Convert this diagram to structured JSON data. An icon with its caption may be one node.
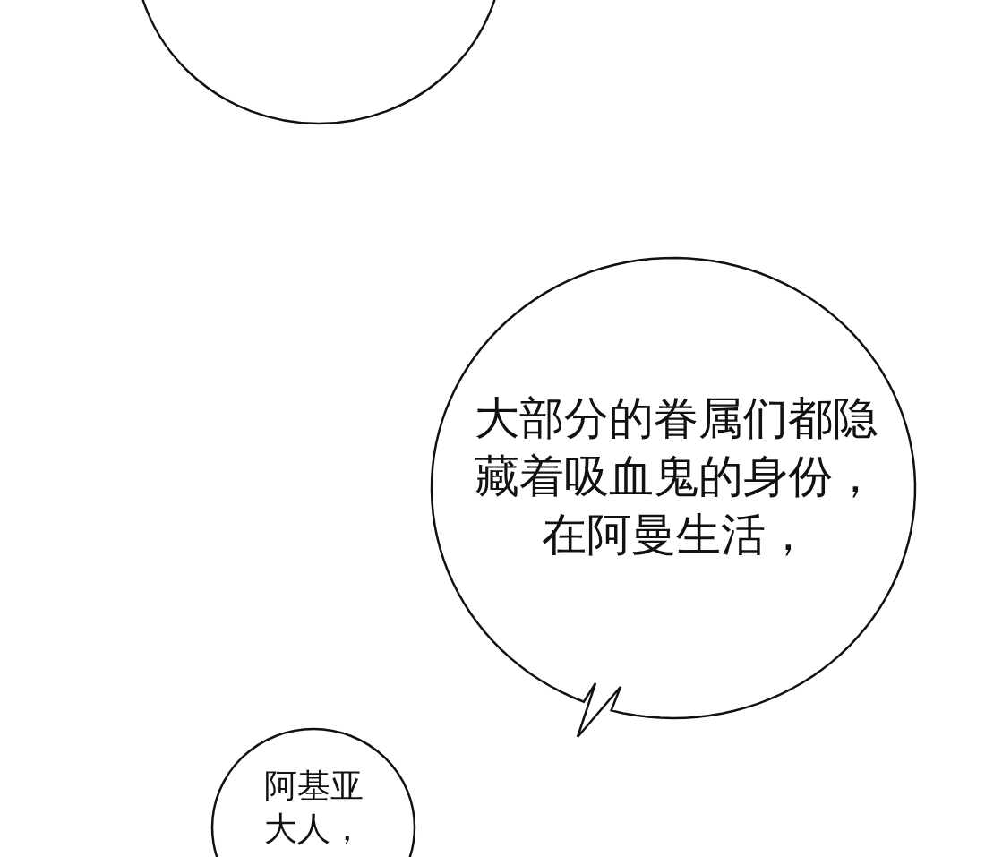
{
  "diagram": {
    "nodes": [
      {
        "text": [],
        "shape": "circle"
      },
      {
        "text": [
          "大部分的眷属们都隐藏着吸血鬼的身份，在阿曼生活，"
        ]
      },
      {
        "text": [
          "阿基亚大人，"
        ]
      }
    ]
  }
}
